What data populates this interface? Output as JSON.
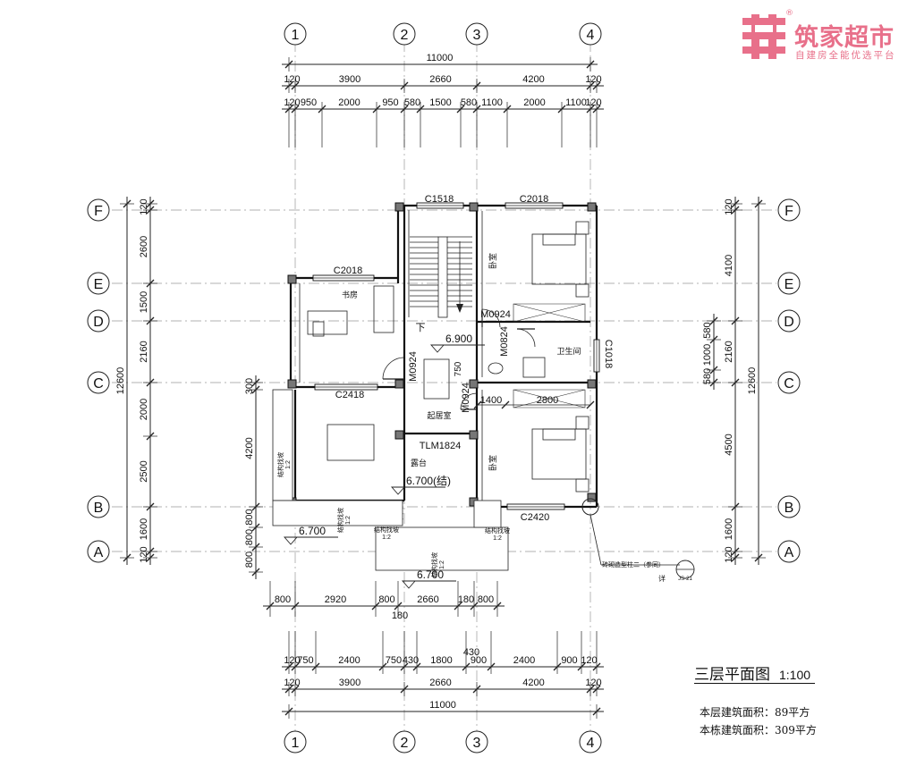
{
  "brand": {
    "name": "筑家超市",
    "slogan": "自建房全能优选平台",
    "reg": "®",
    "color": "#e8708a"
  },
  "title": {
    "text": "三层平面图",
    "scale": "1:100",
    "floor_area": "本层建筑面积：89平方",
    "total_area": "本栋建筑面积：309平方"
  },
  "axes": {
    "vertical": [
      "1",
      "2",
      "3",
      "4"
    ],
    "horizontal": [
      "F",
      "E",
      "D",
      "C",
      "B",
      "A"
    ]
  },
  "top_dims": {
    "total": "11000",
    "row1": [
      "120",
      "3900",
      "2660",
      "4200",
      "120"
    ],
    "row2": [
      "120",
      "950",
      "2000",
      "950",
      "580",
      "1500",
      "580",
      "1100",
      "2000",
      "1100",
      "120"
    ]
  },
  "bottom_dims": {
    "row1": [
      "800",
      "2920",
      "800",
      "2660",
      "180",
      "800"
    ],
    "extra": [
      "180",
      "430"
    ],
    "row2": [
      "120",
      "750",
      "2400",
      "750",
      "430",
      "1800",
      "900",
      "2400",
      "900",
      "120"
    ],
    "row3": [
      "120",
      "3900",
      "2660",
      "4200",
      "120"
    ],
    "total": "11000"
  },
  "left_dims": {
    "outer": [
      "120",
      "2600",
      "1500",
      "2160",
      "2000",
      "2500",
      "1600",
      "120"
    ],
    "total": "12600",
    "inner": [
      "300",
      "4200",
      "800",
      "800",
      "800"
    ]
  },
  "right_dims": {
    "outer": [
      "120",
      "4100",
      "2160",
      "4500",
      "1600",
      "120"
    ],
    "total": "12600",
    "inner": [
      "580",
      "1000",
      "580"
    ]
  },
  "windows": [
    "C1518",
    "C2018",
    "C2018",
    "C2418",
    "C2420",
    "C1018"
  ],
  "doors": [
    "M0924",
    "M0824",
    "M0924",
    "M0924",
    "TLM1824"
  ],
  "rooms": {
    "study": "书房",
    "bedroom1": "卧室",
    "bedroom2": "卧室",
    "bathroom": "卫生间",
    "living": "起居室",
    "terrace": "露台"
  },
  "elevations": {
    "stair": "6.900",
    "terrace": "6.700(结)",
    "eave1": "6.700",
    "eave2": "6.700"
  },
  "dims_inner": [
    "1400",
    "2800",
    "750"
  ],
  "stair_label": "下",
  "slope_labels": [
    "结构找坡",
    "结构找坡",
    "结构找坡",
    "结构找坡",
    "结构找坡"
  ],
  "slope_ratio": "1:2",
  "callout": {
    "text": "砖砌造型柱二（参同）",
    "ref": "详",
    "code": "JS-21"
  }
}
